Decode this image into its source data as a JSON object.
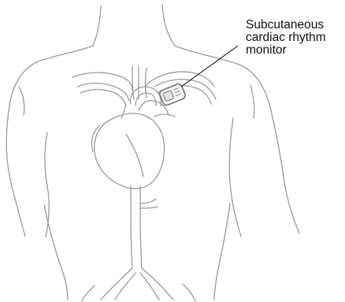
{
  "callout": {
    "lines": [
      "Subcutaneous",
      "cardiac rhythm",
      "monitor"
    ]
  },
  "colors": {
    "outline": "#9a9a9a",
    "device": "#777777",
    "leader": "#222222",
    "text": "#111111"
  }
}
